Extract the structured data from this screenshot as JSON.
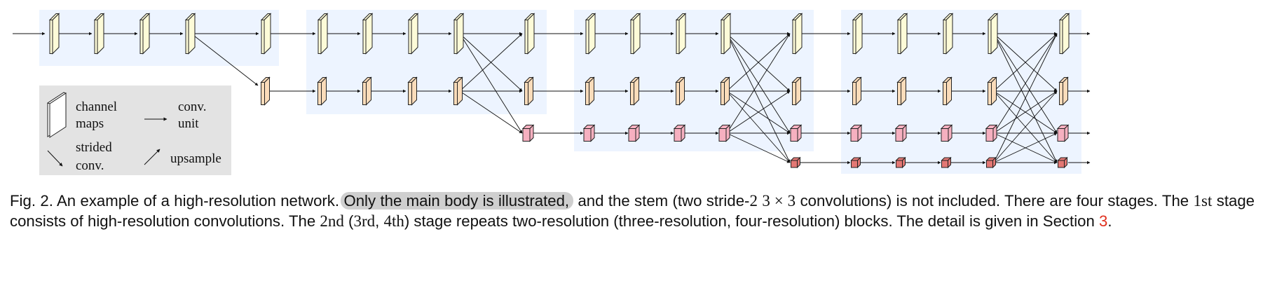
{
  "legend": {
    "channel_maps": [
      "channel",
      "maps"
    ],
    "conv_unit": [
      "conv.",
      "unit"
    ],
    "strided_conv": [
      "strided",
      "conv."
    ],
    "upsample": [
      "upsample"
    ]
  },
  "caption": {
    "fig_label": "Fig. 2.",
    "t1": "An example of a high-resolution network.",
    "t2": "Only the main body is illustrated,",
    "t3": "and the stem (two stride-",
    "m_two": "2",
    "m_3x3": "3 × 3",
    "t4": "convolutions) is not included. There are four stages. The",
    "m_1st": "1st",
    "t5": "stage consists of high-resolution convolutions. The",
    "m_2nd": "2nd",
    "t6": "(",
    "m_3rd": "3rd",
    "t7": ",",
    "m_4th": "4th",
    "t8": ") stage repeats two-resolution (three-resolution, four-resolution) blocks. The detail is given in Section",
    "ref": "3",
    "t9": "."
  },
  "colors": {
    "stage_bg": "#edf4ff",
    "legend_bg": "#e3e3e3",
    "res1": "#fdfbd8",
    "res2": "#fbdcba",
    "res3": "#f6b0c0",
    "res4": "#e37874"
  }
}
